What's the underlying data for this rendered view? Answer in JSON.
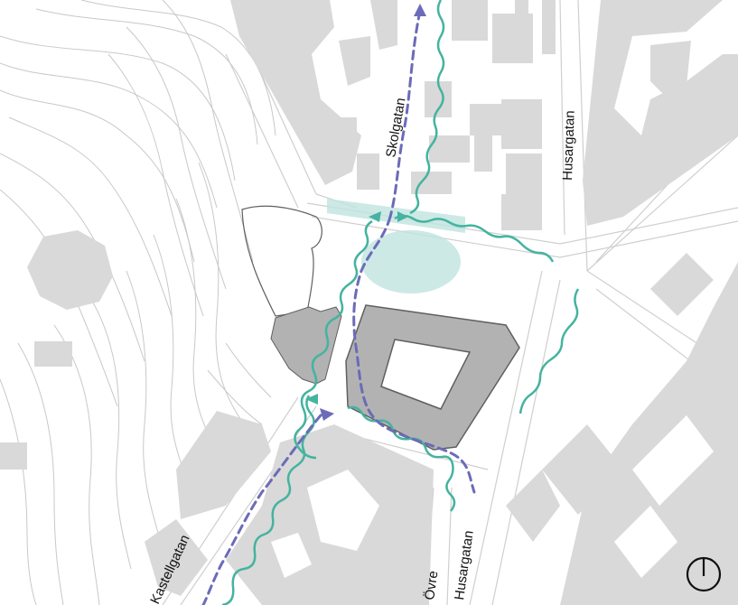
{
  "streets": {
    "skolgatan": "Skolgatan",
    "husargatan": "Husargatan",
    "kastellgatan": "Kastellgatan",
    "ovre": "Övre",
    "ovre_husargatan": "Husargatan"
  },
  "colors": {
    "background": "#ffffff",
    "building": "#d9d9d9",
    "building_dark": "#b2b2b2",
    "building_outline": "#5f5f5f",
    "street_line": "#cfcfcf",
    "contour": "#c8c8c8",
    "green_route": "#45b3a0",
    "blue_route": "#6b6bb8",
    "plaza_tint": "#bfe3de"
  },
  "icons": {
    "north_arrow": "north-arrow-icon"
  }
}
